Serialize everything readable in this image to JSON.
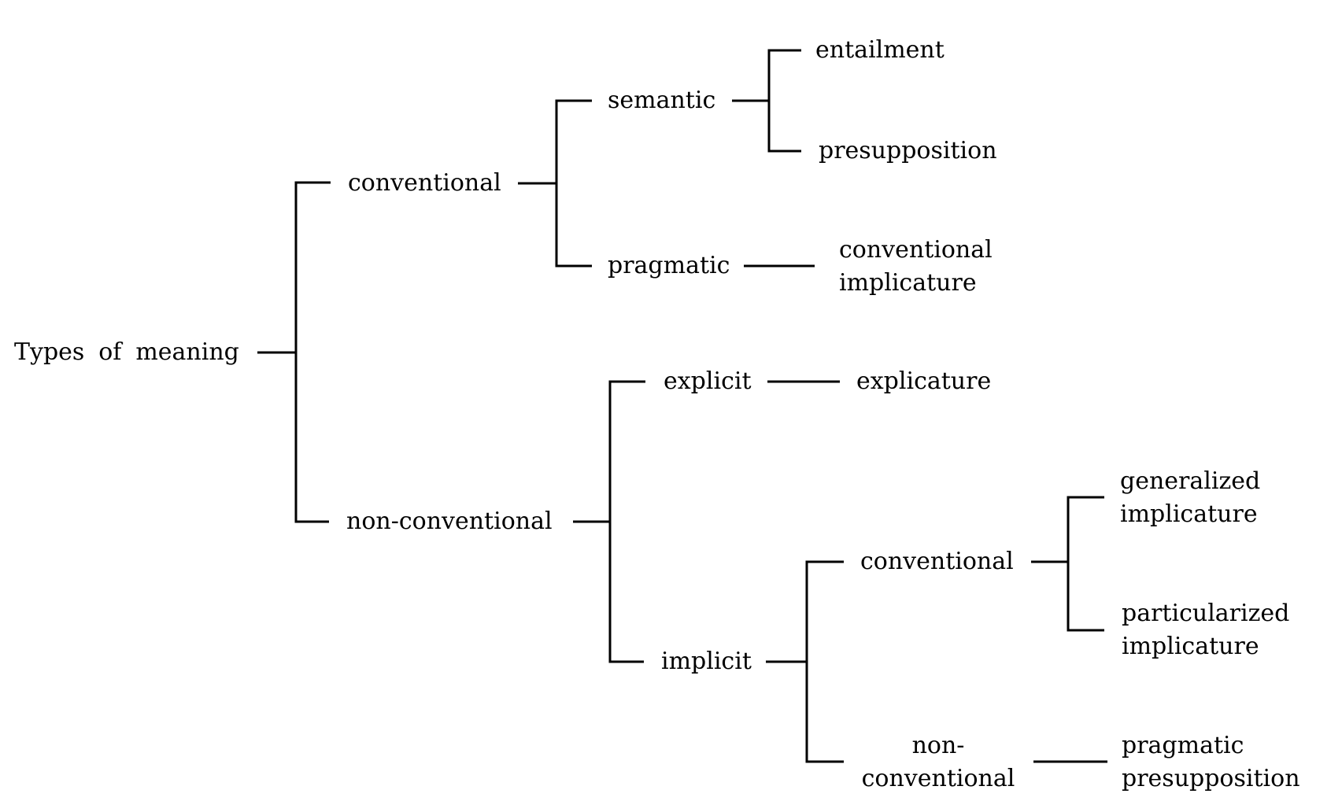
{
  "title": "Types of meaning",
  "colors": {
    "background": "#ffffff",
    "line": "#000000",
    "text": "#000000"
  },
  "tree": {
    "label": "Types of meaning",
    "children": [
      {
        "label": "conventional",
        "children": [
          {
            "label": "semantic",
            "children": [
              {
                "label": "entailment"
              },
              {
                "label": "presupposition"
              }
            ]
          },
          {
            "label": "pragmatic",
            "children": [
              {
                "label": "conventional\nimplicature"
              }
            ]
          }
        ]
      },
      {
        "label": "non-conventional",
        "children": [
          {
            "label": "explicit",
            "children": [
              {
                "label": "explicature"
              }
            ]
          },
          {
            "label": "implicit",
            "children": [
              {
                "label": "conventional",
                "children": [
                  {
                    "label": "generalized\nimplicature"
                  },
                  {
                    "label": "particularized\nimplicature"
                  }
                ]
              },
              {
                "label": "non-\nconventional",
                "children": [
                  {
                    "label": "pragmatic\npresupposition"
                  }
                ]
              }
            ]
          }
        ]
      }
    ]
  }
}
